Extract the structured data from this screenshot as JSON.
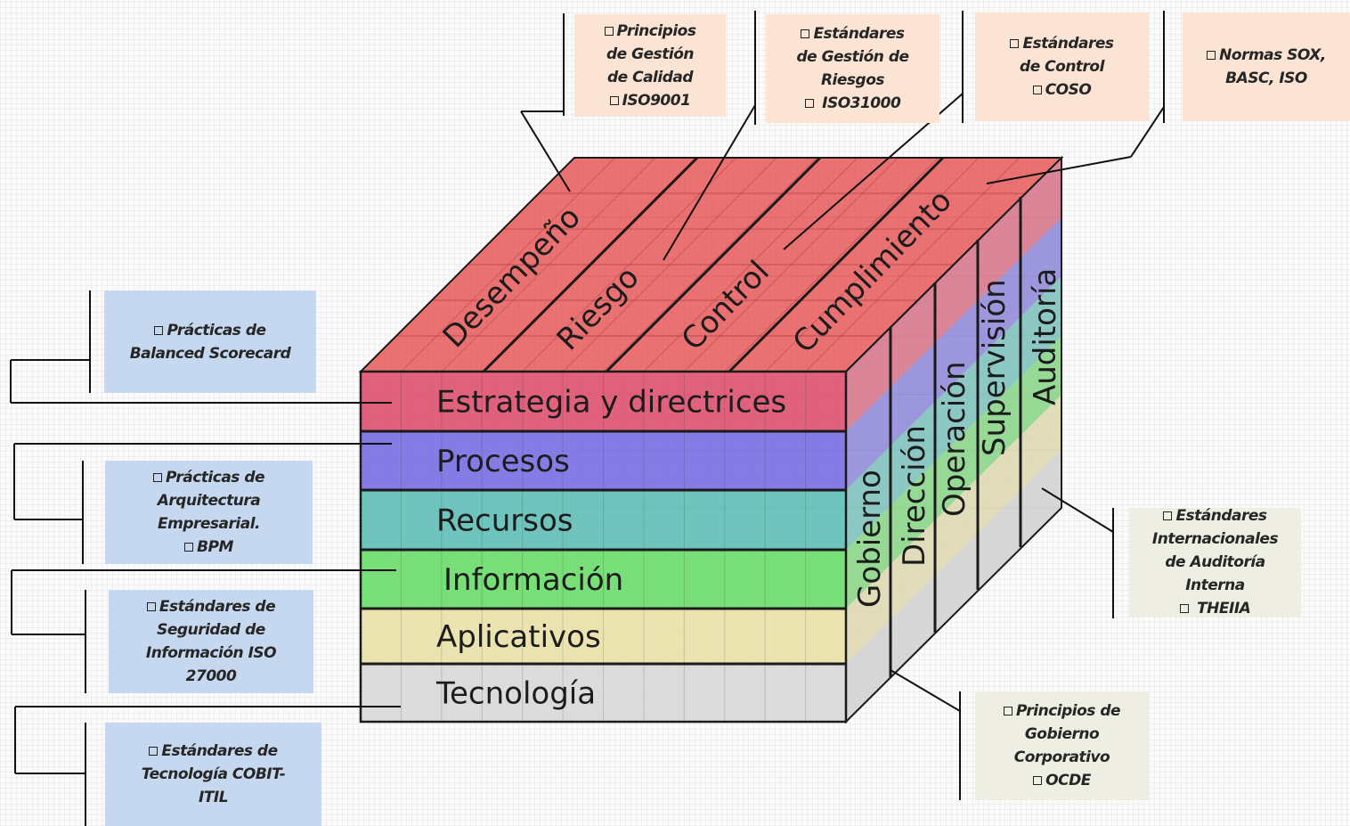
{
  "cube": {
    "top_labels": [
      "Desempeño",
      "Riesgo",
      "Control",
      "Cumplimiento"
    ],
    "front_labels": [
      "Estrategia y directrices",
      "Procesos",
      "Recursos",
      "Información",
      "Aplicativos",
      "Tecnología"
    ],
    "side_labels": [
      "Gobierno",
      "Dirección",
      "Operación",
      "Supervisión",
      "Auditoría"
    ],
    "colors": {
      "top": "#e33d3d",
      "bands": [
        "#d94060",
        "#6a5fe0",
        "#4fb8b0",
        "#5cd85c",
        "#e6dea0",
        "#d4d4d4"
      ],
      "outline": "#1a1a1a"
    }
  },
  "boxes": {
    "calidad": [
      "❑Principios",
      "de Gestión",
      "de Calidad",
      "❑ISO9001"
    ],
    "riesgos": [
      "❑Estándares",
      "de Gestión de",
      "Riesgos",
      "❑ ISO31000"
    ],
    "control": [
      "❑Estándares",
      "de Control",
      "❑COSO"
    ],
    "normas": [
      "❑Normas SOX,",
      "BASC, ISO"
    ],
    "bsc": [
      "❑Prácticas de",
      "Balanced Scorecard"
    ],
    "arquitectura": [
      "❑Prácticas de",
      "Arquitectura",
      "Empresarial.",
      "❑BPM"
    ],
    "seguridad": [
      "❑Estándares de",
      "Seguridad de",
      "Información ISO",
      "27000"
    ],
    "tecnologia": [
      "❑Estándares de",
      "Tecnología COBIT-",
      "ITIL"
    ],
    "auditoria": [
      "❑Estándares",
      "Internacionales",
      "de Auditoría",
      "Interna",
      "❑ THEIIA"
    ],
    "gobierno": [
      "❑Principios de",
      "Gobierno",
      "Corporativo",
      "❑OCDE"
    ]
  }
}
